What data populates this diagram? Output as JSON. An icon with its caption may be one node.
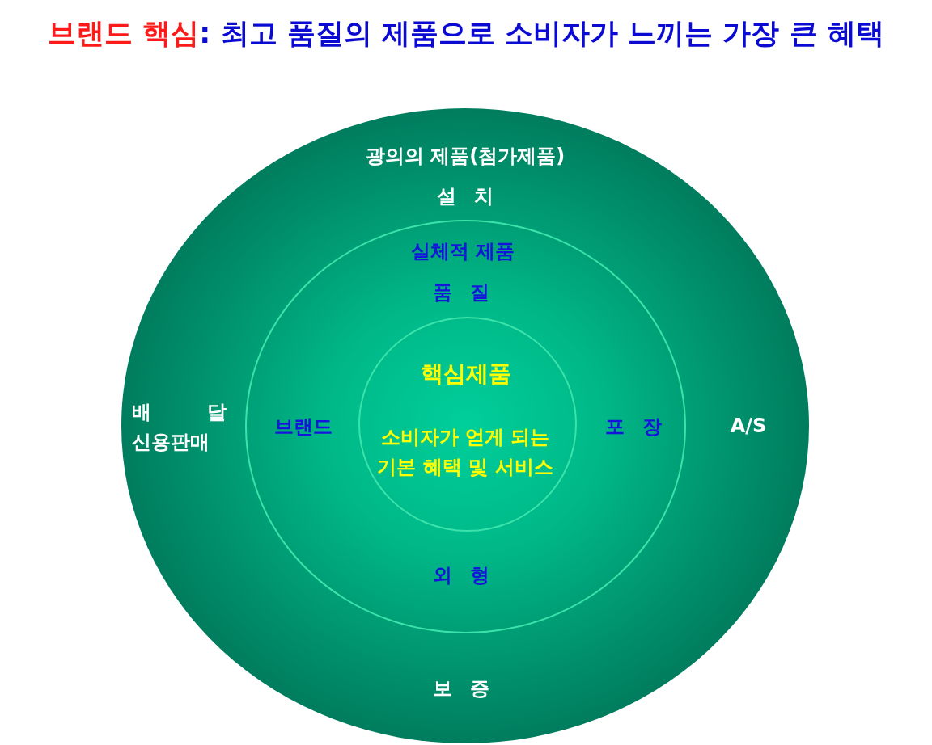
{
  "diagram": {
    "title": "**브랜드 핵심**: 최고 품질의 제품으로 소비자가 느끼는 가장 큰 혜택",
    "nodes": [
      {
        "text": [
          "광의의 제품(첨가제품)",
          "설 치",
          "배 달",
          "신용판매",
          "A/S",
          "보 증"
        ]
      },
      {
        "text": [
          "실체적 제품",
          "품 질",
          "브랜드",
          "포 장",
          "외 형"
        ],
        "in": 0
      },
      {
        "text": [
          "핵심제품",
          "소비자가 얻게 되는 기본 혜택 및 서비스"
        ],
        "in": 1
      }
    ]
  }
}
